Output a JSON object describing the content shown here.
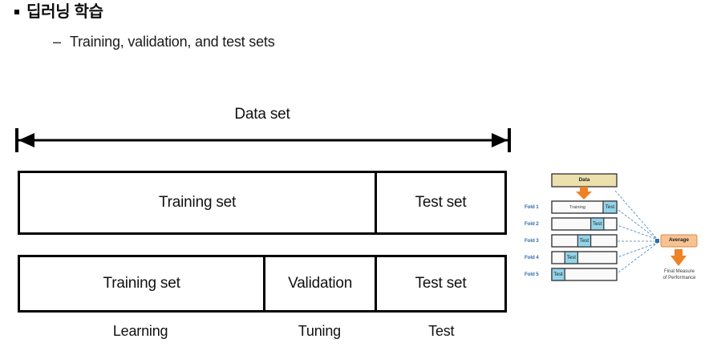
{
  "slide": {
    "title": "딥러닝 학습",
    "subtitle_dash": "–",
    "subtitle": "Training, validation, and test sets"
  },
  "left_diagram": {
    "span_caption": "Data set",
    "bar_one": {
      "name": "training-test-split",
      "segments": [
        {
          "label": "Training set",
          "width_pct": 73.2
        },
        {
          "label": "Test set",
          "width_pct": 26.8
        }
      ]
    },
    "bar_two": {
      "name": "training-validation-test-split",
      "segments": [
        {
          "label": "Training set",
          "width_pct": 50.2
        },
        {
          "label": "Validation",
          "width_pct": 23.0
        },
        {
          "label": "Test set",
          "width_pct": 26.8
        }
      ]
    },
    "bottom_labels": [
      {
        "label": "Learning",
        "width_pct": 50.2
      },
      {
        "label": "Tuning",
        "width_pct": 23.0
      },
      {
        "label": "Test",
        "width_pct": 26.8
      }
    ]
  },
  "cv_figure": {
    "data_box_label": "Data",
    "average_box_label": "Average",
    "final_measure_line1": "Final Measure",
    "final_measure_line2": "of Performance",
    "training_label": "Training",
    "test_label": "Test",
    "folds": [
      {
        "label": "Fold 1",
        "test_start_pct": 79,
        "test_width_pct": 21,
        "show_training_text": true
      },
      {
        "label": "Fold 2",
        "test_start_pct": 60,
        "test_width_pct": 20,
        "show_training_text": false
      },
      {
        "label": "Fold 3",
        "test_start_pct": 40,
        "test_width_pct": 20,
        "show_training_text": false
      },
      {
        "label": "Fold 4",
        "test_start_pct": 20,
        "test_width_pct": 20,
        "show_training_text": false
      },
      {
        "label": "Fold 5",
        "test_start_pct": 0,
        "test_width_pct": 20,
        "show_training_text": false
      }
    ],
    "colors": {
      "data_box_fill": "#ece0ae",
      "data_box_border": "#3d3d3d",
      "test_fill": "#93d4ea",
      "test_border": "#3d3d3d",
      "fold_fill": "#fafafa",
      "fold_border": "#2b2b2b",
      "arrow_orange": "#ef8126",
      "average_fill": "#f7c395",
      "average_border": "#d98a3c",
      "connector_blue": "#3f83bd",
      "label_blue": "#2f6ca8"
    }
  }
}
